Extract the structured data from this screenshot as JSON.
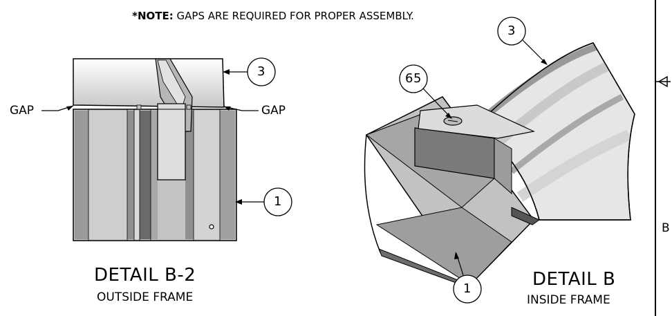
{
  "note": {
    "prefix": "*NOTE:",
    "text": "GAPS ARE REQUIRED FOR PROPER ASSEMBLY."
  },
  "detail_b2": {
    "title": "DETAIL  B-2",
    "subtitle": "OUTSIDE FRAME",
    "gap_left": "GAP",
    "gap_right": "GAP",
    "callout_top": "3",
    "callout_bottom": "1"
  },
  "detail_b": {
    "title": "DETAIL  B",
    "subtitle": "INSIDE FRAME",
    "callout_3": "3",
    "callout_65": "65",
    "callout_1": "1"
  },
  "border": {
    "zone_letter": "B"
  },
  "colors": {
    "line": "#000000",
    "light": "#e4e4e4",
    "mid": "#bdbdbd",
    "dark": "#8a8a8a",
    "darker": "#5e5e5e"
  }
}
